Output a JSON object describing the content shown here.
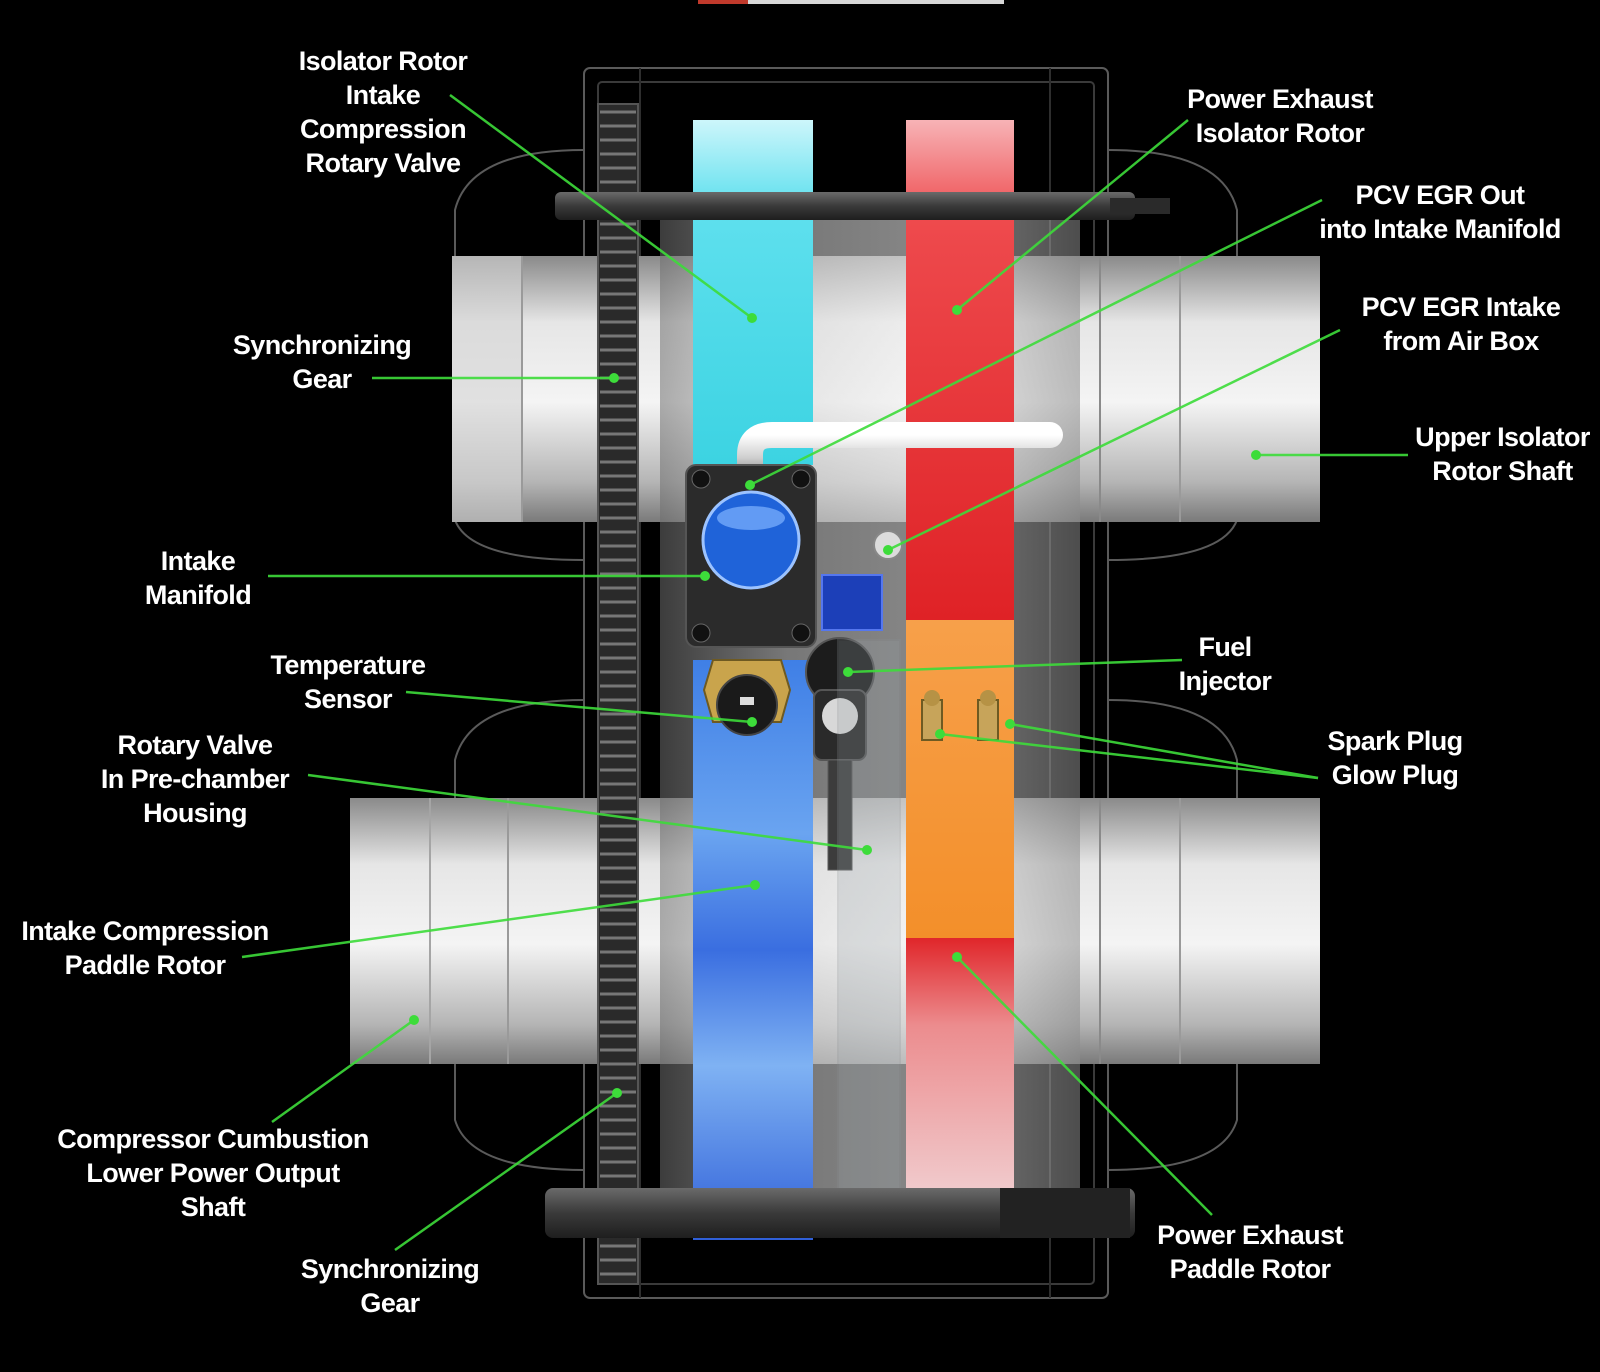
{
  "colors": {
    "background": "#000000",
    "leader_line": "#3ddc3a",
    "intake_cyan": "#3fd6e6",
    "intake_blue": "#3a7be8",
    "exhaust_red": "#e0262a",
    "exhaust_pink": "#f2a0a6",
    "combustion_orange": "#f5962e",
    "housing_silver": "#c8c8c8"
  },
  "labels": {
    "isolator_rotor_valve": [
      "Isolator Rotor",
      "Intake",
      "Compression",
      "Rotary Valve"
    ],
    "power_exhaust_isolator": [
      "Power Exhaust",
      "Isolator Rotor"
    ],
    "pcv_egr_out": [
      "PCV EGR Out",
      "into Intake Manifold"
    ],
    "pcv_egr_intake": [
      "PCV EGR Intake",
      "from Air Box"
    ],
    "upper_isolator_shaft": [
      "Upper Isolator",
      "Rotor Shaft"
    ],
    "sync_gear_upper": [
      "Synchronizing",
      "Gear"
    ],
    "intake_manifold": [
      "Intake",
      "Manifold"
    ],
    "temperature_sensor": [
      "Temperature",
      "Sensor"
    ],
    "fuel_injector": [
      "Fuel",
      "Injector"
    ],
    "rotary_valve_prechamber": [
      "Rotary Valve",
      "In Pre-chamber",
      "Housing"
    ],
    "spark_glow_plug": [
      "Spark Plug",
      "Glow Plug"
    ],
    "intake_compression_paddle": [
      "Intake Compression",
      "Paddle Rotor"
    ],
    "compressor_output_shaft": [
      "Compressor Cumbustion",
      "Lower Power Output",
      "Shaft"
    ],
    "sync_gear_lower": [
      "Synchronizing",
      "Gear"
    ],
    "power_exhaust_paddle": [
      "Power Exhaust",
      "Paddle Rotor"
    ]
  }
}
